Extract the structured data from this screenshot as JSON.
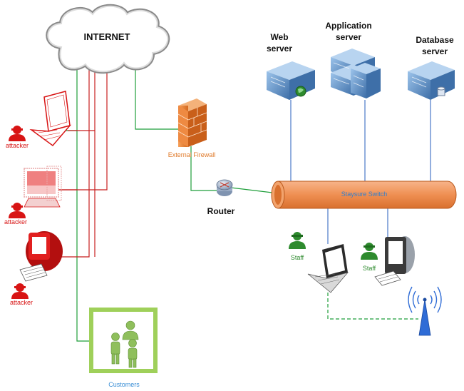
{
  "internet": {
    "label": "INTERNET"
  },
  "servers": {
    "web": {
      "line1": "Web",
      "line2": "server"
    },
    "app": {
      "line1": "Application",
      "line2": "server"
    },
    "db": {
      "line1": "Database",
      "line2": "server"
    }
  },
  "firewall": {
    "label": "External Firewall"
  },
  "router": {
    "label": "Router"
  },
  "switch": {
    "label": "Staysure Switch"
  },
  "attackers": [
    "attacker",
    "attacker",
    "attacker"
  ],
  "staff": [
    "Staff",
    "Staff"
  ],
  "customers": {
    "label": "Customers"
  },
  "colors": {
    "attacker": "#d81414",
    "staff": "#2e8b2e",
    "customer": "#3b8fd6",
    "firewall": "#e07a2a",
    "switch_pipe": "#ef8f52",
    "server": "#5b8fc7",
    "wire_green": "#1e9e3a",
    "wire_red": "#c81e1e",
    "wire_blue": "#4a78c8"
  },
  "icons": {
    "internet": "cloud-icon",
    "firewall": "firewall-icon",
    "router": "router-icon",
    "switch": "switch-icon",
    "server": "server-icon",
    "attacker": "attacker-person-icon",
    "staff": "staff-person-icon",
    "laptop": "laptop-icon",
    "monitor": "monitor-icon",
    "wifi": "wifi-antenna-icon",
    "customers": "people-group-icon"
  }
}
